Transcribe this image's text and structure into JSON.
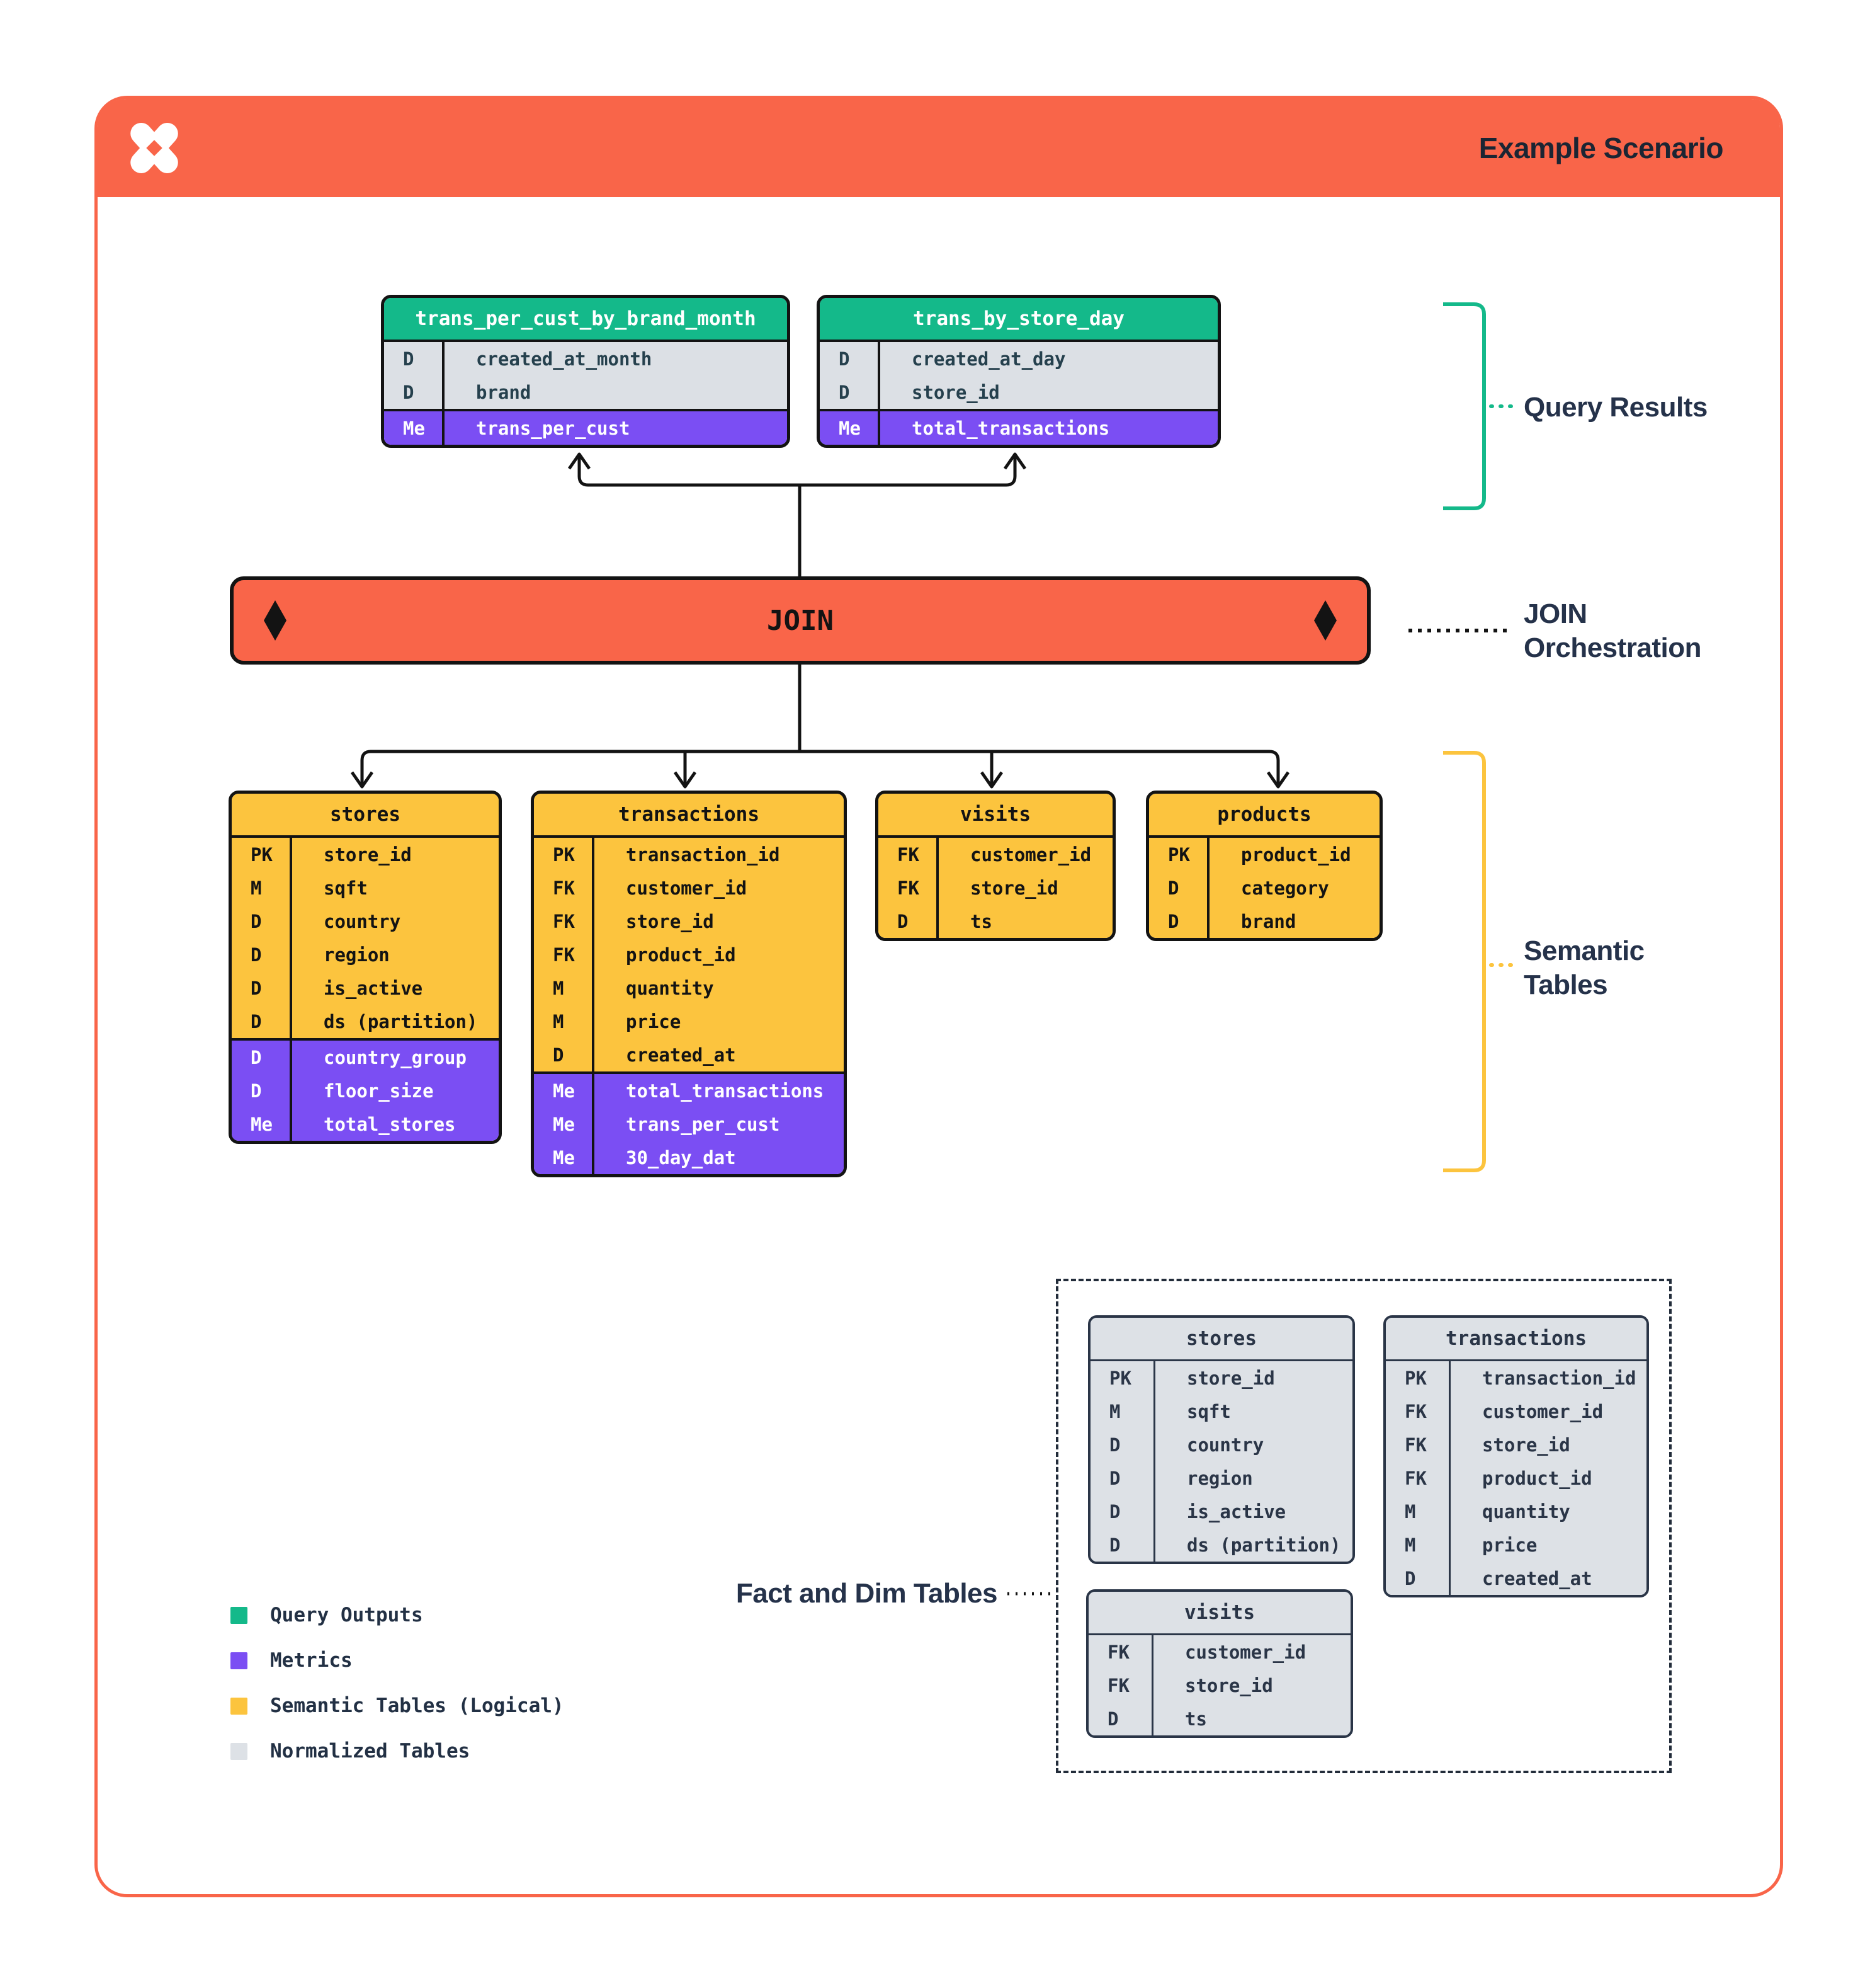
{
  "header": {
    "title": "Example Scenario",
    "logo": "pinwheel-x-logo"
  },
  "colors": {
    "orange": "#F96549",
    "green": "#14B98A",
    "purple": "#7B4EF3",
    "yellow": "#FCC43E",
    "gray": "#DDE1E6",
    "navy": "#25324A",
    "line": "#131313"
  },
  "join": {
    "label": "JOIN"
  },
  "annotations": {
    "query_results": "Query Results",
    "join_orchestration_line1": "JOIN",
    "join_orchestration_line2": "Orchestration",
    "semantic_line1": "Semantic",
    "semantic_line2": "Tables",
    "fact_dim": "Fact and Dim Tables"
  },
  "query_result_tables": [
    {
      "title": "trans_per_cust_by_brand_month",
      "rows": [
        {
          "badge": "D",
          "name": "created_at_month",
          "kind": "dim"
        },
        {
          "badge": "D",
          "name": "brand",
          "kind": "dim"
        },
        {
          "badge": "Me",
          "name": "trans_per_cust",
          "kind": "metric"
        }
      ]
    },
    {
      "title": "trans_by_store_day",
      "rows": [
        {
          "badge": "D",
          "name": "created_at_day",
          "kind": "dim"
        },
        {
          "badge": "D",
          "name": "store_id",
          "kind": "dim"
        },
        {
          "badge": "Me",
          "name": "total_transactions",
          "kind": "metric"
        }
      ]
    }
  ],
  "semantic_tables": [
    {
      "title": "stores",
      "rows": [
        {
          "badge": "PK",
          "name": "store_id",
          "kind": "dim"
        },
        {
          "badge": "M",
          "name": "sqft",
          "kind": "dim"
        },
        {
          "badge": "D",
          "name": "country",
          "kind": "dim"
        },
        {
          "badge": "D",
          "name": "region",
          "kind": "dim"
        },
        {
          "badge": "D",
          "name": "is_active",
          "kind": "dim"
        },
        {
          "badge": "D",
          "name": "ds (partition)",
          "kind": "dim"
        },
        {
          "badge": "D",
          "name": "country_group",
          "kind": "metric"
        },
        {
          "badge": "D",
          "name": "floor_size",
          "kind": "metric"
        },
        {
          "badge": "Me",
          "name": "total_stores",
          "kind": "metric"
        }
      ]
    },
    {
      "title": "transactions",
      "rows": [
        {
          "badge": "PK",
          "name": "transaction_id",
          "kind": "dim"
        },
        {
          "badge": "FK",
          "name": "customer_id",
          "kind": "dim"
        },
        {
          "badge": "FK",
          "name": "store_id",
          "kind": "dim"
        },
        {
          "badge": "FK",
          "name": "product_id",
          "kind": "dim"
        },
        {
          "badge": "M",
          "name": "quantity",
          "kind": "dim"
        },
        {
          "badge": "M",
          "name": "price",
          "kind": "dim"
        },
        {
          "badge": "D",
          "name": "created_at",
          "kind": "dim"
        },
        {
          "badge": "Me",
          "name": "total_transactions",
          "kind": "metric"
        },
        {
          "badge": "Me",
          "name": "trans_per_cust",
          "kind": "metric"
        },
        {
          "badge": "Me",
          "name": "30_day_dat",
          "kind": "metric"
        }
      ]
    },
    {
      "title": "visits",
      "rows": [
        {
          "badge": "FK",
          "name": "customer_id",
          "kind": "dim"
        },
        {
          "badge": "FK",
          "name": "store_id",
          "kind": "dim"
        },
        {
          "badge": "D",
          "name": "ts",
          "kind": "dim"
        }
      ]
    },
    {
      "title": "products",
      "rows": [
        {
          "badge": "PK",
          "name": "product_id",
          "kind": "dim"
        },
        {
          "badge": "D",
          "name": "category",
          "kind": "dim"
        },
        {
          "badge": "D",
          "name": "brand",
          "kind": "dim"
        }
      ]
    }
  ],
  "normalized_tables": [
    {
      "title": "stores",
      "rows": [
        {
          "badge": "PK",
          "name": "store_id",
          "kind": "dim"
        },
        {
          "badge": "M",
          "name": "sqft",
          "kind": "dim"
        },
        {
          "badge": "D",
          "name": "country",
          "kind": "dim"
        },
        {
          "badge": "D",
          "name": "region",
          "kind": "dim"
        },
        {
          "badge": "D",
          "name": "is_active",
          "kind": "dim"
        },
        {
          "badge": "D",
          "name": "ds (partition)",
          "kind": "dim"
        }
      ]
    },
    {
      "title": "transactions",
      "rows": [
        {
          "badge": "PK",
          "name": "transaction_id",
          "kind": "dim"
        },
        {
          "badge": "FK",
          "name": "customer_id",
          "kind": "dim"
        },
        {
          "badge": "FK",
          "name": "store_id",
          "kind": "dim"
        },
        {
          "badge": "FK",
          "name": "product_id",
          "kind": "dim"
        },
        {
          "badge": "M",
          "name": "quantity",
          "kind": "dim"
        },
        {
          "badge": "M",
          "name": "price",
          "kind": "dim"
        },
        {
          "badge": "D",
          "name": "created_at",
          "kind": "dim"
        }
      ]
    },
    {
      "title": "visits",
      "rows": [
        {
          "badge": "FK",
          "name": "customer_id",
          "kind": "dim"
        },
        {
          "badge": "FK",
          "name": "store_id",
          "kind": "dim"
        },
        {
          "badge": "D",
          "name": "ts",
          "kind": "dim"
        }
      ]
    }
  ],
  "legend": [
    {
      "swatch": "green",
      "label": "Query Outputs"
    },
    {
      "swatch": "purple",
      "label": "Metrics"
    },
    {
      "swatch": "yellow",
      "label": "Semantic Tables (Logical)"
    },
    {
      "swatch": "gray",
      "label": "Normalized Tables"
    }
  ]
}
